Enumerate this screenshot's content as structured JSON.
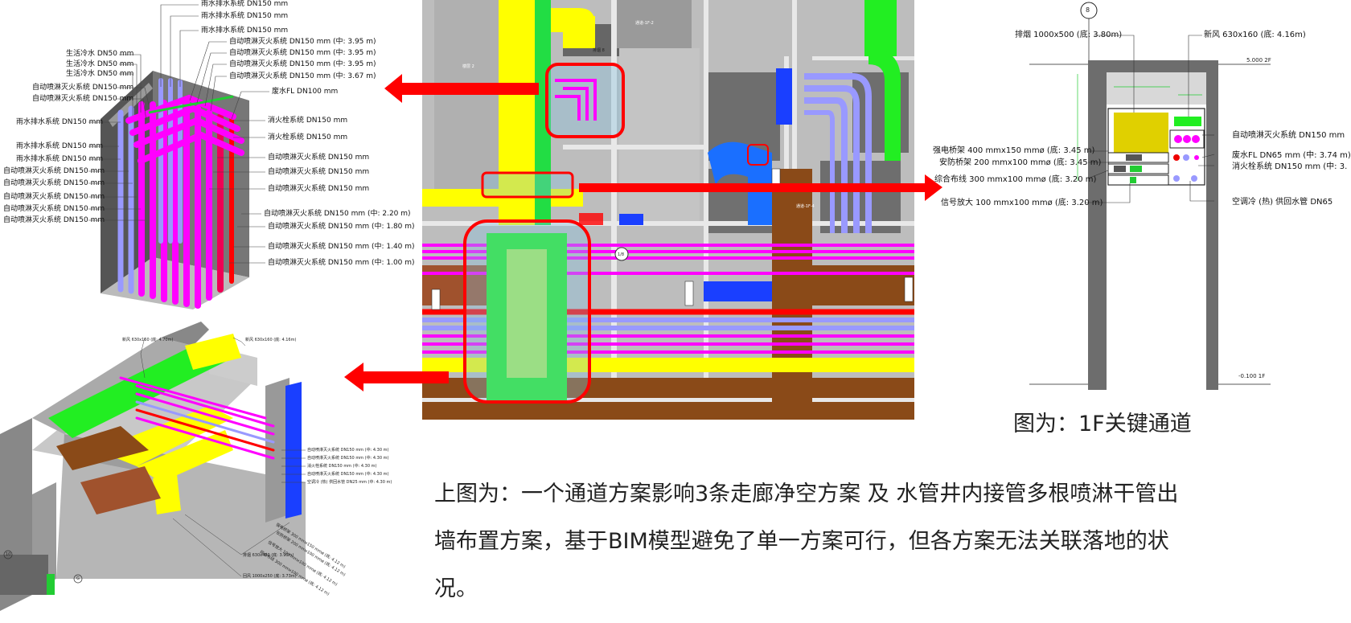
{
  "riser": {
    "left_labels": [
      "生活冷水 DN50 mm",
      "生活冷水 DN50 mm",
      "生活冷水 DN50 mm",
      "自动喷淋灭火系统 DN150 mm",
      "自动喷淋灭火系统 DN150 mm",
      "雨水排水系统 DN150 mm",
      "雨水排水系统 DN150 mm",
      "雨水排水系统 DN150 mm",
      "自动喷淋灭火系统 DN150 mm",
      "自动喷淋灭火系统 DN150 mm",
      "自动喷淋灭火系统 DN150 mm",
      "自动喷淋灭火系统 DN150 mm",
      "自动喷淋灭火系统 DN150 mm"
    ],
    "top_labels": [
      "雨水排水系统 DN150 mm",
      "雨水排水系统 DN150 mm",
      "雨水排水系统 DN150 mm",
      "自动喷淋灭火系统 DN150 mm (中: 3.95 m)",
      "自动喷淋灭火系统 DN150 mm (中: 3.95 m)",
      "自动喷淋灭火系统 DN150 mm (中: 3.95 m)",
      "自动喷淋灭火系统 DN150 mm (中: 3.67 m)",
      "废水FL DN100 mm"
    ],
    "right_labels": [
      "消火栓系统 DN150 mm",
      "消火栓系统 DN150 mm",
      "自动喷淋灭火系统 DN150 mm",
      "自动喷淋灭火系统 DN150 mm",
      "自动喷淋灭火系统 DN150 mm",
      "自动喷淋灭火系统 DN150 mm (中: 2.20 m)",
      "自动喷淋灭火系统 DN150 mm (中: 1.80 m)",
      "自动喷淋灭火系统 DN150 mm (中: 1.40 m)",
      "自动喷淋灭火系统 DN150 mm (中: 1.00 m)"
    ]
  },
  "corridor3d": {
    "top_left_label": "新风 630x160 (底: 4.70m)",
    "top_right_label": "新风 630x160 (底: 4.16m)",
    "right_labels": [
      "自动喷淋灭火系统 DN150 mm (中: 4.30 m)",
      "自动喷淋灭火系统 DN150 mm (中: 4.30 m)",
      "消火栓系统 DN150 mm (中: 4.30 m)",
      "自动喷淋灭火系统 DN150 mm (中: 4.30 m)",
      "空调冷 (热) 供回水管 DN25 mm (中: 4.30 m)"
    ],
    "diag_labels": [
      "强电桥架 300 mmx150 mmø (底: 4.12 m)",
      "安防桥架 200 mmx100 mmø (底: 4.12 m)",
      "信号放大 100 mmx100 mmø (底: 4.12 m)",
      "综合布线 300 mmx100 mmø (底: 4.12 m)"
    ],
    "bottom_labels": [
      "排烟 630x400 (底: 3.90m)",
      "回风 1000x250 (底: 3.73m)"
    ],
    "grid_markers": [
      "10",
      "G"
    ]
  },
  "plan": {
    "room_labels": [
      "通道-1F-2",
      "楼层 2",
      "排烟 8",
      "1/8",
      "通道-1F-4"
    ]
  },
  "section": {
    "grid_marker": "8",
    "top_left": "排烟 1000x500 (底: 3.80m)",
    "top_right": "新风 630x160 (底: 4.16m)",
    "level_top": "5.000 2F",
    "level_bottom": "-0.100 1F",
    "left_labels": [
      "强电桥架 400 mmx150 mmø (底: 3.45 m)",
      "安防桥架 200 mmx100 mmø (底: 3.45 m)",
      "综合布线 300 mmx100 mmø (底: 3.20 m)",
      "信号放大 100 mmx100 mmø (底: 3.20 m)"
    ],
    "right_labels": [
      "自动喷淋灭火系统 DN150 mm",
      "废水FL DN65 mm (中: 3.74 m)",
      "消火栓系统 DN150 mm (中: 3.",
      "空调冷 (热) 供回水管 DN65"
    ],
    "caption": "图为：1F关键通道"
  },
  "description": {
    "lines": [
      "上图为：一个通道方案影响3条走廊净空方案 及 水管井内接管多根喷淋干管出",
      "墙布置方案，基于BIM模型避免了单一方案可行，但各方案无法关联落地的状",
      "况。"
    ]
  },
  "colors": {
    "arrow": "#ff0000",
    "sprinkler": "#ff00ff",
    "water": "#9999ff",
    "hydrant": "#ff0000",
    "duct_yellow": "#ffff00",
    "duct_green": "#22dd44",
    "cable_tray": "#a0522d"
  }
}
